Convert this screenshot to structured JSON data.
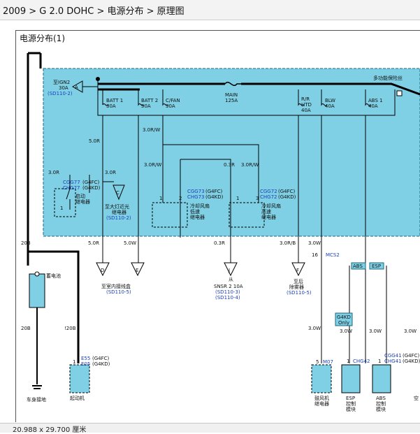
{
  "breadcrumb": {
    "text": "2009 > G 2.0 DOHC > 电源分布 > 原理图"
  },
  "diagram": {
    "title": "电源分布(1)",
    "ign_ref": {
      "line1": "至IGN2",
      "line2": "30A",
      "ref": "(SD110-2)",
      "letter": "A"
    },
    "fuse_box": "多功能保险丝",
    "fuses": [
      {
        "name": "BATT 1",
        "rating": "30A"
      },
      {
        "name": "BATT 2",
        "rating": "50A"
      },
      {
        "name": "C/FAN",
        "rating": "30A"
      },
      {
        "name": "MAIN",
        "rating": "125A"
      },
      {
        "name": "R/R",
        "rating": "HTD"
      },
      {
        "name": "BLW",
        "rating": "40A"
      },
      {
        "name": "ABS 1",
        "rating": "40A"
      }
    ],
    "rr_amp": "40A",
    "wires": {
      "w50r_a": "5.0R",
      "w30rw_a": "3.0R/W",
      "w30r_l": "3.0R",
      "w30r_m": "3.0R",
      "w30rw_b": "3.0R/W",
      "w03r": "0.3R",
      "w30rw_c": "3.0R/W",
      "w20b": "20B",
      "w50r_b": "5.0R",
      "w50w": "5.0W",
      "w03r_b": "0.3R",
      "w30rb": "3.0R/B",
      "w30w_a": "3.0W",
      "w20b_b": "20B",
      "w20b_c": "!20B",
      "w30w_b": "3.0W",
      "w30w_c": "3.0W",
      "w30w_d": "3.0W",
      "w30w_e": "3.0W"
    },
    "relay1": {
      "c1": "CGG77",
      "c1s": "(G4FC)",
      "c2": "CHG77",
      "c2s": "(G4KD)",
      "l1": "启动",
      "l2": "继电器"
    },
    "ref_c": {
      "letter": "C",
      "l1": "至大灯近光",
      "l2": "继电器",
      "ref": "(SD110-2)"
    },
    "relay2": {
      "c1": "CGG73",
      "c1s": "(G4FC)",
      "c2": "CHG73",
      "c2s": "(G4KD)",
      "l1": "冷却风扇",
      "l2": "低速",
      "l3": "继电器",
      "pin1": "1",
      "pin2": "2"
    },
    "relay3": {
      "c1": "CGG72",
      "c1s": "(G4FC)",
      "c2": "CHG72",
      "c2s": "(G4KD)",
      "l1": "冷却风扇",
      "l2": "高速",
      "l3": "继电器",
      "pin1": "1",
      "pin2": "3"
    },
    "pin_r1_1": "1",
    "battery": "蓄电池",
    "ref_d": {
      "letter": "D"
    },
    "ref_e": {
      "letter": "E"
    },
    "ref_de_label": {
      "l1": "至室内接线盒",
      "ref": "(SD110-5)"
    },
    "ref_j": {
      "letter": "J",
      "l1": "SNSR 2 10A",
      "l2": "从",
      "ref1": "(SD110-3)",
      "ref2": "(SD110-4)"
    },
    "ref_f": {
      "letter": "F",
      "l1": "至后",
      "l2": "除雾器",
      "ref": "(SD110-5)"
    },
    "mcs": {
      "pin": "16",
      "name": "MCS2"
    },
    "abs_tag": "ABS",
    "esp_tag": "ESP",
    "g4kd_tag": {
      "l1": "G4KD",
      "l2": "Only"
    },
    "ground": "车身接地",
    "starter": {
      "c1": "E55",
      "c1s": "(G4FC)",
      "c2": "E05",
      "c2s": "(G4KD)",
      "name": "起动机",
      "pin": "1"
    },
    "blower": {
      "pin": "5",
      "conn": "M07",
      "l1": "鼓风机",
      "l2": "继电器"
    },
    "esp_mod": {
      "pin": "1",
      "conn": "CHG42",
      "l1": "ESP",
      "l2": "控制",
      "l3": "模块"
    },
    "abs_mod": {
      "pin": "1",
      "c1": "CGG41",
      "c1s": "(G4FC)",
      "c2": "CHG41",
      "c2s": "(G4KD)",
      "l1": "ABS",
      "l2": "控制",
      "l3": "模块"
    },
    "edge_char": "空"
  },
  "status": {
    "text": "20.988 x 29.700 厘米"
  },
  "colors": {
    "panel": "#7fd0e4",
    "wire": "#000000",
    "label_blue": "#1a3fb8",
    "component": "#7fd0e4"
  }
}
